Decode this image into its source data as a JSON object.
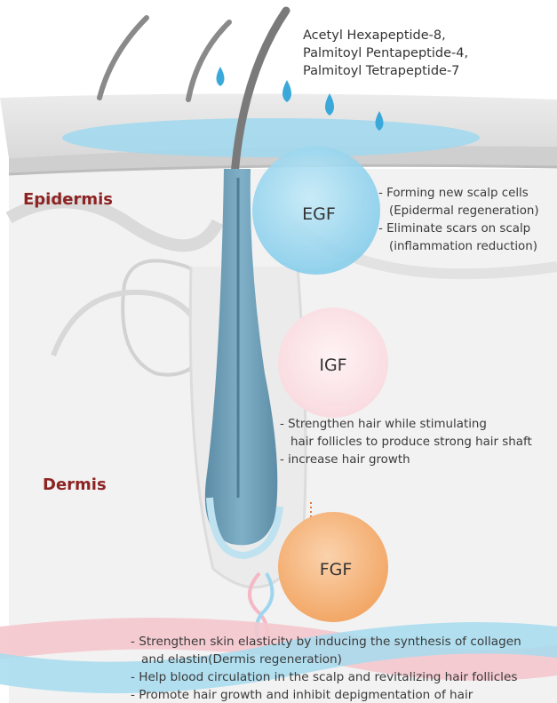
{
  "peptides": [
    "Acetyl Hexapeptide-8,",
    "Palmitoyl Pentapeptide-4,",
    "Palmitoyl Tetrapeptide-7"
  ],
  "layers": {
    "epidermis": "Epidermis",
    "dermis": "Dermis"
  },
  "growth_factors": {
    "egf": {
      "label": "EGF",
      "notes": [
        "- Forming new scalp cells",
        "(Epidermal regeneration)",
        "- Eliminate scars on scalp",
        "(inflammation reduction)"
      ]
    },
    "igf": {
      "label": "IGF",
      "notes": [
        "- Strengthen hair while stimulating",
        "hair follicles to produce strong hair shaft",
        "- increase hair growth"
      ]
    },
    "fgf": {
      "label": "FGF",
      "notes": [
        "- Strengthen skin elasticity by inducing the synthesis of collagen",
        "and elastin(Dermis regeneration)",
        "- Help blood circulation in the scalp and revitalizing hair follicles",
        "- Promote hair growth and inhibit depigmentation of hair"
      ]
    }
  },
  "colors": {
    "skin_surface": "#e3e3e3",
    "dermis_fill": "#f2f2f2",
    "hair": "#7d7d7d",
    "follicle_blue": "#6b9cb4",
    "serum_blue": "#8fd0ea",
    "egf_circle": "#8fd3ee",
    "igf_circle": "#fbe3e6",
    "fgf_circle": "#f4b37a",
    "vessel_pink": "#f2c1c9",
    "vessel_blue": "#9fd8ee",
    "label_red": "#8e2323"
  }
}
